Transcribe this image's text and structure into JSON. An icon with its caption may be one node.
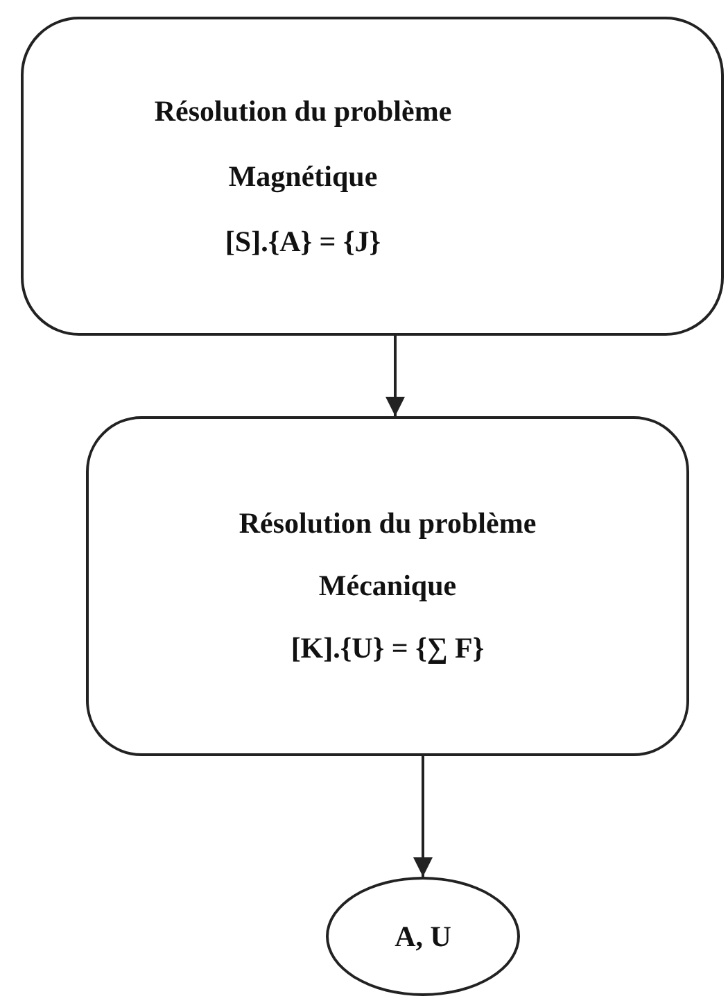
{
  "diagram": {
    "nodes": [
      {
        "text": [
          "Résolution du problème",
          "Magnétique",
          "[S].{A} = {J}"
        ]
      },
      {
        "text": [
          "Résolution du problème",
          "Mécanique",
          "[K].{U} = {∑ F}"
        ]
      },
      {
        "text": [
          "A, U"
        ]
      }
    ],
    "edges": [
      {
        "from": 0,
        "to": 1,
        "arrow": "to"
      },
      {
        "from": 1,
        "to": 2,
        "arrow": "to"
      }
    ]
  }
}
